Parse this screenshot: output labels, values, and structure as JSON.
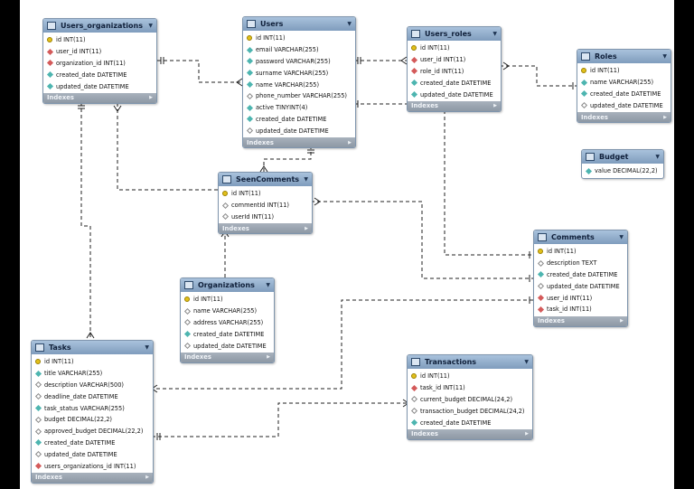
{
  "colors": {
    "header": "#8fabca",
    "footer": "#98a2ae",
    "primary_key": "#e2c01a",
    "foreign_key": "#d45a5a",
    "column": "#4db5b0",
    "nullable": "#ffffff",
    "connector": "#222222"
  },
  "tables": [
    {
      "name": "Users_organizations",
      "footer": "Indexes",
      "columns": [
        {
          "text": "id INT(11)",
          "icon": "primary-key-icon"
        },
        {
          "text": "user_id INT(11)",
          "icon": "foreign-key-icon"
        },
        {
          "text": "organization_id INT(11)",
          "icon": "foreign-key-icon"
        },
        {
          "text": "created_date DATETIME",
          "icon": "column-icon"
        },
        {
          "text": "updated_date DATETIME",
          "icon": "column-icon"
        }
      ]
    },
    {
      "name": "Users",
      "footer": "Indexes",
      "columns": [
        {
          "text": "id INT(11)",
          "icon": "primary-key-icon"
        },
        {
          "text": "email VARCHAR(255)",
          "icon": "column-icon"
        },
        {
          "text": "password VARCHAR(255)",
          "icon": "column-icon"
        },
        {
          "text": "surname VARCHAR(255)",
          "icon": "column-icon"
        },
        {
          "text": "name VARCHAR(255)",
          "icon": "column-icon"
        },
        {
          "text": "phone_number VARCHAR(255)",
          "icon": "nullable-column-icon"
        },
        {
          "text": "active TINYINT(4)",
          "icon": "column-icon"
        },
        {
          "text": "created_date DATETIME",
          "icon": "column-icon"
        },
        {
          "text": "updated_date DATETIME",
          "icon": "nullable-column-icon"
        }
      ]
    },
    {
      "name": "Users_roles",
      "footer": "Indexes",
      "columns": [
        {
          "text": "id INT(11)",
          "icon": "primary-key-icon"
        },
        {
          "text": "user_id INT(11)",
          "icon": "foreign-key-icon"
        },
        {
          "text": "role_id INT(11)",
          "icon": "foreign-key-icon"
        },
        {
          "text": "created_date DATETIME",
          "icon": "column-icon"
        },
        {
          "text": "updated_date DATETIME",
          "icon": "column-icon"
        }
      ]
    },
    {
      "name": "Roles",
      "footer": "Indexes",
      "columns": [
        {
          "text": "id INT(11)",
          "icon": "primary-key-icon"
        },
        {
          "text": "name VARCHAR(255)",
          "icon": "column-icon"
        },
        {
          "text": "created_date DATETIME",
          "icon": "column-icon"
        },
        {
          "text": "updated_date DATETIME",
          "icon": "nullable-column-icon"
        }
      ]
    },
    {
      "name": "Budget",
      "footer": "",
      "columns": [
        {
          "text": "value DECIMAL(22,2)",
          "icon": "column-icon"
        }
      ]
    },
    {
      "name": "SeenComments",
      "footer": "Indexes",
      "columns": [
        {
          "text": "id INT(11)",
          "icon": "primary-key-icon"
        },
        {
          "text": "commentId INT(11)",
          "icon": "nullable-column-icon"
        },
        {
          "text": "userId INT(11)",
          "icon": "nullable-column-icon"
        }
      ]
    },
    {
      "name": "Comments",
      "footer": "Indexes",
      "columns": [
        {
          "text": "id INT(11)",
          "icon": "primary-key-icon"
        },
        {
          "text": "description TEXT",
          "icon": "nullable-column-icon"
        },
        {
          "text": "created_date DATETIME",
          "icon": "column-icon"
        },
        {
          "text": "updated_date DATETIME",
          "icon": "nullable-column-icon"
        },
        {
          "text": "user_id INT(11)",
          "icon": "foreign-key-icon"
        },
        {
          "text": "task_id INT(11)",
          "icon": "foreign-key-icon"
        }
      ]
    },
    {
      "name": "Organizations",
      "footer": "Indexes",
      "columns": [
        {
          "text": "id INT(11)",
          "icon": "primary-key-icon"
        },
        {
          "text": "name VARCHAR(255)",
          "icon": "nullable-column-icon"
        },
        {
          "text": "address VARCHAR(255)",
          "icon": "nullable-column-icon"
        },
        {
          "text": "created_date DATETIME",
          "icon": "column-icon"
        },
        {
          "text": "updated_date DATETIME",
          "icon": "nullable-column-icon"
        }
      ]
    },
    {
      "name": "Tasks",
      "footer": "Indexes",
      "columns": [
        {
          "text": "id INT(11)",
          "icon": "primary-key-icon"
        },
        {
          "text": "title VARCHAR(255)",
          "icon": "column-icon"
        },
        {
          "text": "description VARCHAR(500)",
          "icon": "nullable-column-icon"
        },
        {
          "text": "deadline_date DATETIME",
          "icon": "nullable-column-icon"
        },
        {
          "text": "task_status VARCHAR(255)",
          "icon": "column-icon"
        },
        {
          "text": "budget DECIMAL(22,2)",
          "icon": "nullable-column-icon"
        },
        {
          "text": "approved_budget DECIMAL(22,2)",
          "icon": "nullable-column-icon"
        },
        {
          "text": "created_date DATETIME",
          "icon": "column-icon"
        },
        {
          "text": "updated_date DATETIME",
          "icon": "nullable-column-icon"
        },
        {
          "text": "users_organizations_id INT(11)",
          "icon": "foreign-key-icon"
        }
      ]
    },
    {
      "name": "Transactions",
      "footer": "Indexes",
      "columns": [
        {
          "text": "id INT(11)",
          "icon": "primary-key-icon"
        },
        {
          "text": "task_id INT(11)",
          "icon": "foreign-key-icon"
        },
        {
          "text": "current_budget DECIMAL(24,2)",
          "icon": "nullable-column-icon"
        },
        {
          "text": "transaction_budget DECIMAL(24,2)",
          "icon": "nullable-column-icon"
        },
        {
          "text": "created_date DATETIME",
          "icon": "column-icon"
        }
      ]
    }
  ],
  "relationships": [
    {
      "from": "Users_organizations",
      "to": "Users"
    },
    {
      "from": "Users_organizations",
      "to": "Organizations"
    },
    {
      "from": "Users_roles",
      "to": "Users"
    },
    {
      "from": "Users_roles",
      "to": "Roles"
    },
    {
      "from": "SeenComments",
      "to": "Users"
    },
    {
      "from": "SeenComments",
      "to": "Comments"
    },
    {
      "from": "Comments",
      "to": "Users"
    },
    {
      "from": "Comments",
      "to": "Tasks"
    },
    {
      "from": "Tasks",
      "to": "Users_organizations"
    },
    {
      "from": "Transactions",
      "to": "Tasks"
    }
  ]
}
